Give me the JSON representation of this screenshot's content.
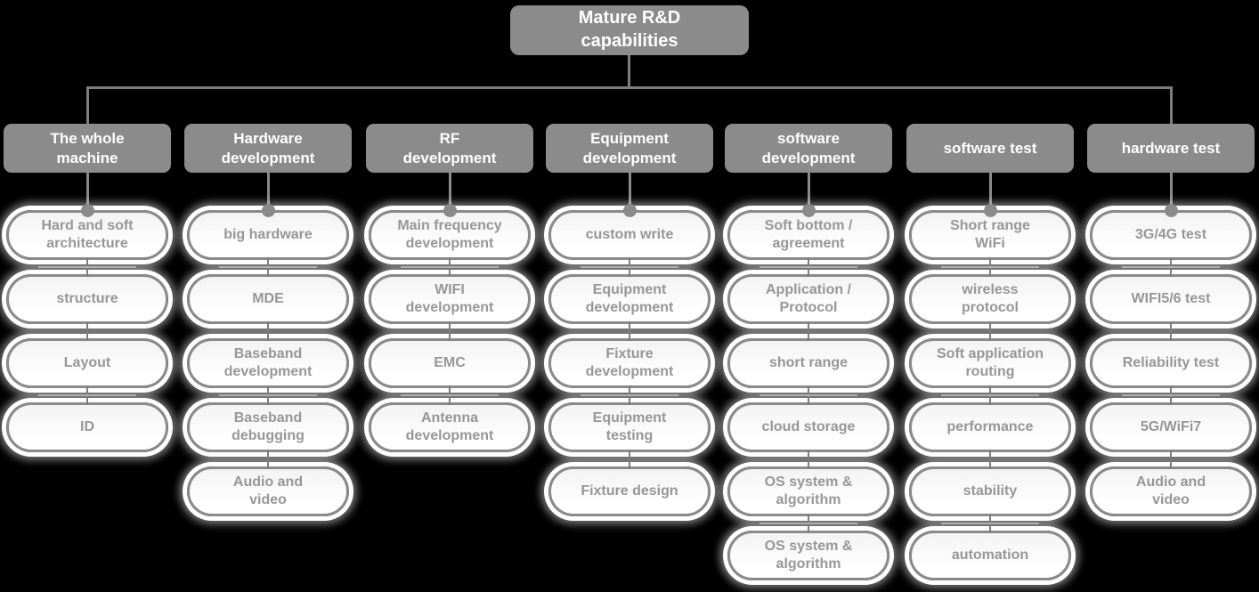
{
  "root": {
    "label": "Mature R&D\ncapabilities"
  },
  "columns": [
    {
      "header": "The whole\nmachine",
      "items": [
        "Hard and soft\narchitecture",
        "structure",
        "Layout",
        "ID"
      ]
    },
    {
      "header": "Hardware\ndevelopment",
      "items": [
        "big hardware",
        "MDE",
        "Baseband\ndevelopment",
        "Baseband\ndebugging",
        "Audio and\nvideo"
      ]
    },
    {
      "header": "RF\ndevelopment",
      "items": [
        "Main frequency\ndevelopment",
        "WIFI\ndevelopment",
        "EMC",
        "Antenna\ndevelopment"
      ]
    },
    {
      "header": "Equipment\ndevelopment",
      "items": [
        "custom write",
        "Equipment\ndevelopment",
        "Fixture\ndevelopment",
        "Equipment\ntesting",
        "Fixture design"
      ]
    },
    {
      "header": "software\ndevelopment",
      "items": [
        "Soft bottom /\nagreement",
        "Application /\nProtocol",
        "short range",
        "cloud storage",
        "OS system &\nalgorithm",
        "OS system &\nalgorithm"
      ]
    },
    {
      "header": "software test",
      "items": [
        "Short range\nWiFi",
        "wireless\nprotocol",
        "Soft application\nrouting",
        "performance",
        "stability",
        "automation"
      ]
    },
    {
      "header": "hardware test",
      "items": [
        "3G/4G test",
        "WIFI5/6 test",
        "Reliability test",
        "5G/WiFi7",
        "Audio and\nvideo"
      ]
    }
  ],
  "colors": {
    "background": "#000000",
    "node_fill": "#8b8b8b",
    "node_text": "#ffffff",
    "pill_fill": "#ffffff",
    "pill_border": "#8a8a8a",
    "pill_text": "#979797",
    "connector": "#7d7d7d"
  }
}
